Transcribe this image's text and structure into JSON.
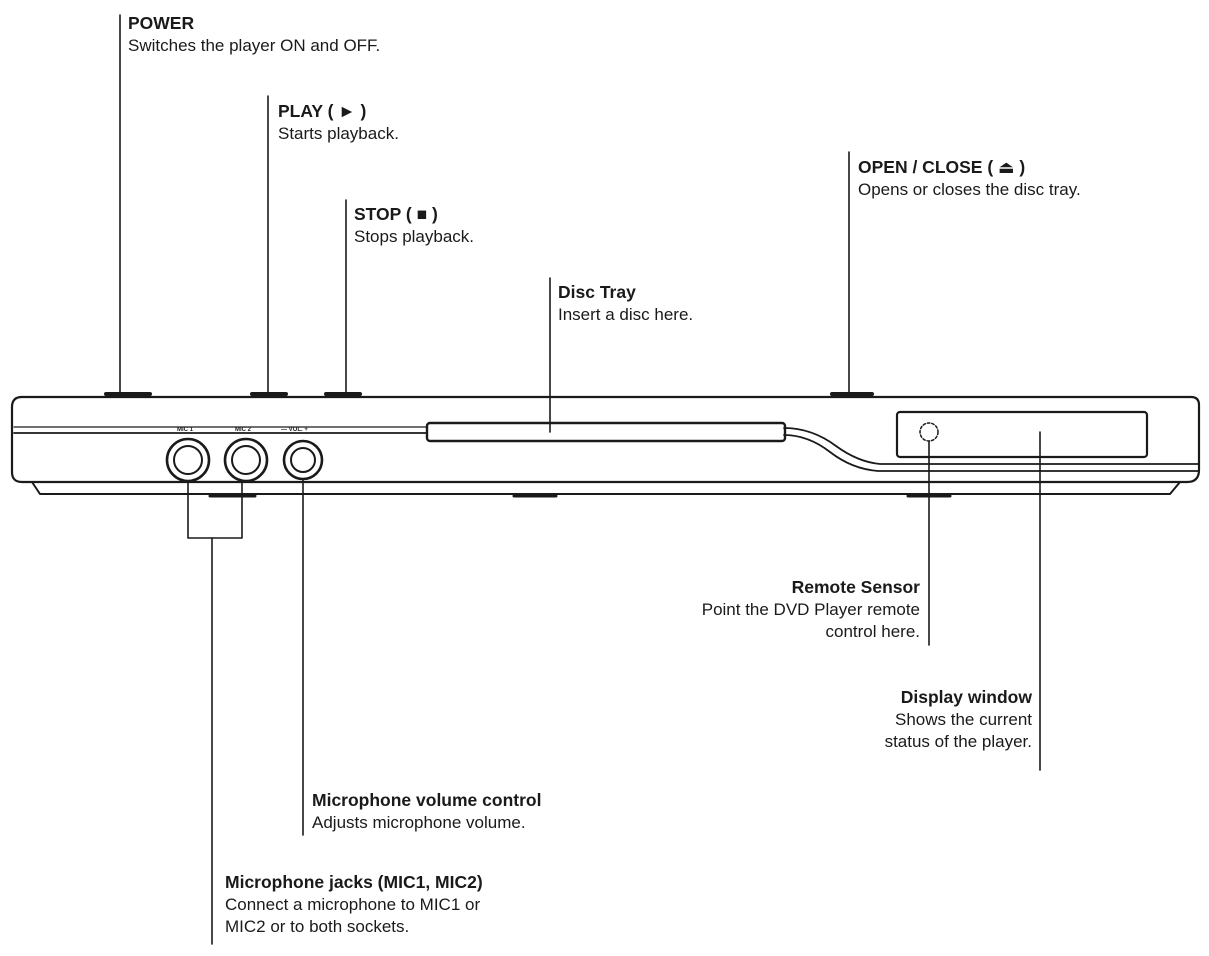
{
  "callouts": {
    "power": {
      "title": "POWER",
      "desc": "Switches the player ON and OFF."
    },
    "play": {
      "title": "PLAY ( ► )",
      "desc": "Starts playback."
    },
    "stop": {
      "title": "STOP ( ■ )",
      "desc": "Stops playback."
    },
    "open_close": {
      "title": "OPEN / CLOSE ( ⏏ )",
      "desc": "Opens or closes the disc tray."
    },
    "disc_tray": {
      "title": "Disc Tray",
      "desc": "Insert a disc here."
    },
    "remote_sensor": {
      "title": "Remote Sensor",
      "desc_line1": "Point the DVD Player remote",
      "desc_line2": "control here."
    },
    "display_window": {
      "title": "Display window",
      "desc_line1": "Shows the current",
      "desc_line2": "status of the player."
    },
    "mic_volume": {
      "title": "Microphone volume control",
      "desc": "Adjusts microphone volume."
    },
    "mic_jacks": {
      "title": "Microphone jacks (MIC1, MIC2)",
      "desc_line1": "Connect a microphone to MIC1 or",
      "desc_line2": "MIC2 or to both sockets."
    }
  },
  "panel_labels": {
    "mic1": "MIC 1",
    "mic2": "MIC 2",
    "vol": "—  VOL.  +"
  },
  "colors": {
    "ink": "#1a1a1a",
    "background": "#ffffff"
  }
}
